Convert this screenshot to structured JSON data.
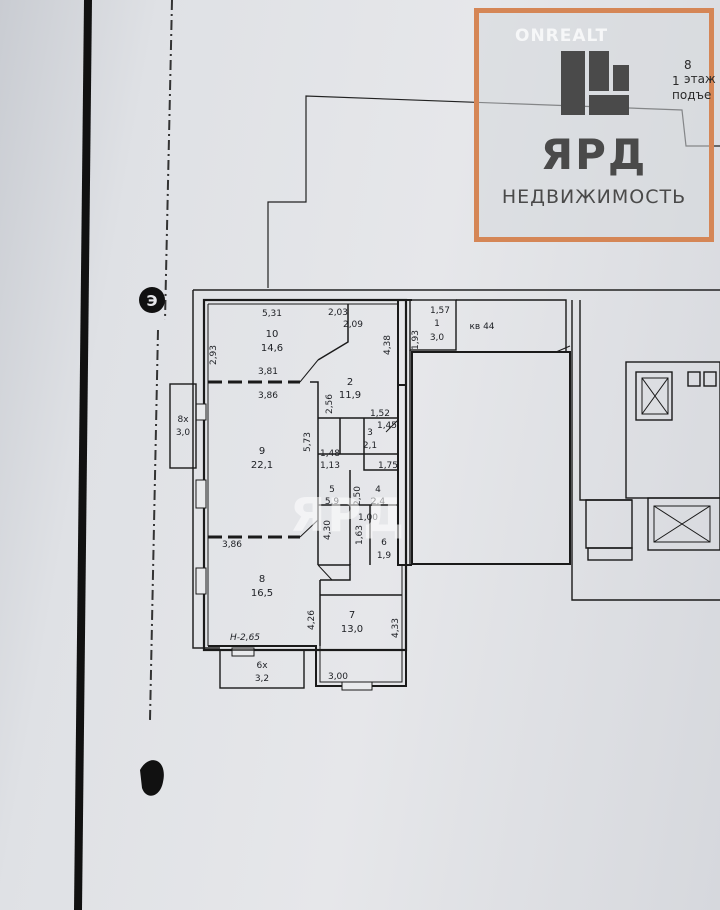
{
  "watermark": {
    "brand": "ЯРД",
    "tagline": "НЕДВИЖИМОСТЬ",
    "site": "ONREALT",
    "center_mark": "ЯРД",
    "frame_color": "#d58656",
    "fragment_floor": "8 этаж",
    "fragment_entrance": "1 подъе"
  },
  "plan": {
    "ceiling_height": "Н-2,65",
    "neighbor_apartment": "кв 44",
    "north_mark": "Э",
    "rooms": [
      {
        "number": "10",
        "area": "14,6"
      },
      {
        "number": "2",
        "area": "11,9"
      },
      {
        "number": "9",
        "area": "22,1"
      },
      {
        "number": "3",
        "area": "2,1"
      },
      {
        "number": "4",
        "area": "2,4"
      },
      {
        "number": "5",
        "area": "5,9"
      },
      {
        "number": "6",
        "area": "1,9"
      },
      {
        "number": "8",
        "area": "16,5"
      },
      {
        "number": "7",
        "area": "13,0"
      },
      {
        "number": "1",
        "area": "3,0"
      },
      {
        "number": "8х",
        "area": "3,0"
      },
      {
        "number": "6х",
        "area": "3,2"
      }
    ],
    "dimensions": [
      "5,31",
      "2,03",
      "2,09",
      "2,93",
      "3,81",
      "3,86",
      "4,38",
      "1,57",
      "1,93",
      "2,56",
      "1,52",
      "1,45",
      "5,73",
      "1,48",
      "1,13",
      "1,75",
      "2,50",
      "1,63",
      "1,00",
      "4,30",
      "3,86",
      "4,26",
      "4,33",
      "3,00"
    ]
  }
}
